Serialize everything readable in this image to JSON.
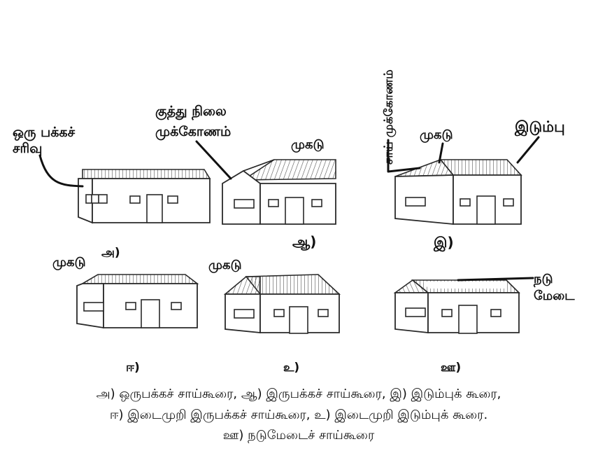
{
  "colors": {
    "line": "#222222",
    "roof_hatch": "#555555",
    "background": "#ffffff"
  },
  "labels": {
    "a_label": "ஒரு பக்கச் சரிவு",
    "a_label_line1": "ஒரு பக்கச்",
    "a_label_line2": "சரிவு",
    "aa_label_line1": "குத்து நிலை",
    "aa_label_line2": "முக்கோணம்",
    "aa_ridge": "முகடு",
    "aa_letter": "ஆ)",
    "i_vertical": "சாய் முக்கோணம்",
    "i_ridge": "முகடு",
    "i_hip": "இடும்பு",
    "i_letter": "இ)",
    "a_ridge": "முகடு",
    "a_letter": "அ)",
    "ee_letter": "ஈ)",
    "u_ridge": "முகடு",
    "u_letter": "உ)",
    "uu_flat_line1": "நடு",
    "uu_flat_line2": "மேடை",
    "uu_letter": "ஊ)"
  },
  "caption": {
    "line1": "அ) ஒருபக்கச் சாய்கூரை,  ஆ) இருபக்கச் சாய்கூரை, இ)  இடும்புக் கூரை,",
    "line2": "ஈ) இடைமுறி இருபக்கச் சாய்கூரை,  உ)  இடைமுறி இடும்புக் கூரை.",
    "line3": "ஊ) நடுமேடைச் சாய்கூரை"
  },
  "icons": {
    "house_a": "shed-roof-house-icon",
    "house_aa": "gable-roof-house-icon",
    "house_i": "hip-roof-house-icon",
    "house_ee": "gambrel-roof-house-icon",
    "house_u": "mansard-hip-roof-house-icon",
    "house_uu": "flat-top-hip-roof-house-icon"
  }
}
